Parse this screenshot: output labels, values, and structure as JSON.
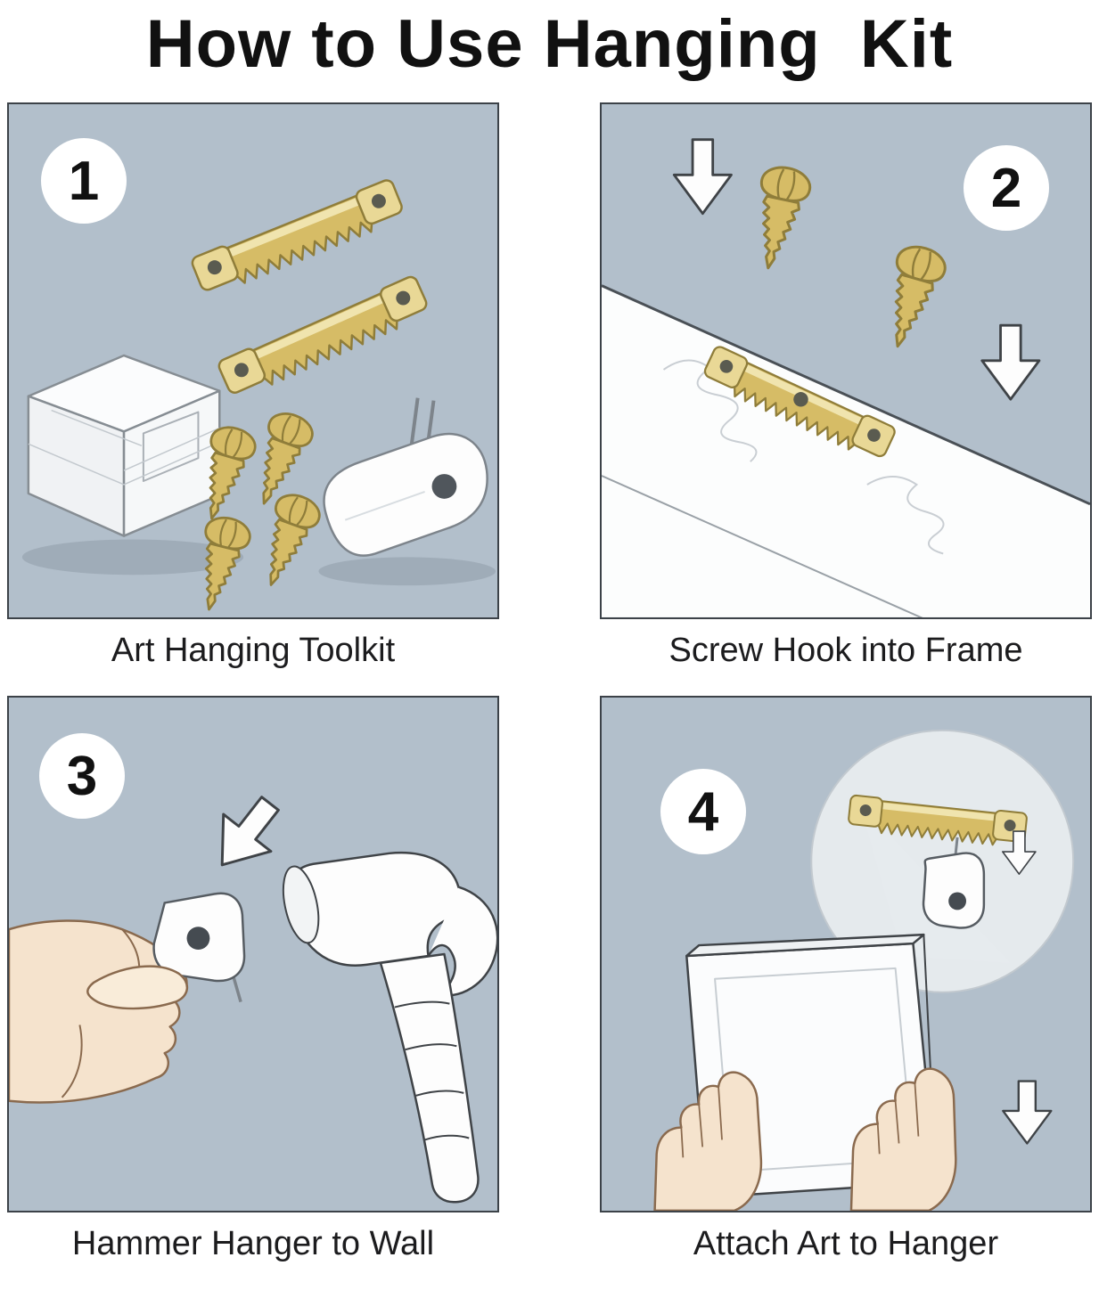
{
  "title": "How to Use Hanging  Kit",
  "panels": [
    {
      "number": "1",
      "caption": "Art Hanging Toolkit"
    },
    {
      "number": "2",
      "caption": "Screw Hook into Frame"
    },
    {
      "number": "3",
      "caption": "Hammer Hanger to Wall"
    },
    {
      "number": "4",
      "caption": "Attach Art to Hanger"
    }
  ],
  "colors": {
    "panel_background": "#b2bfcb",
    "brass": "#d6bc66",
    "brass_highlight": "#f0e4ae",
    "brass_outline": "#8f7d3a",
    "line_outline": "#3f4347",
    "skin": "#f5e3cd",
    "white": "#ffffff"
  },
  "illustration_elements": {
    "panel_1": [
      "sawtooth-hanger",
      "sawtooth-hanger",
      "storage-box",
      "screw",
      "screw",
      "screw",
      "screw",
      "nail-in-hanger"
    ],
    "panel_2": [
      "arrow-down-icon",
      "screw",
      "screw",
      "frame-board",
      "sawtooth-hanger",
      "arrow-down-icon"
    ],
    "panel_3": [
      "arrow-down-icon",
      "hand",
      "wall-hanger",
      "hammer"
    ],
    "panel_4": [
      "magnifier-circle",
      "sawtooth-hanger",
      "wall-hanger",
      "arrow-down-icon",
      "picture-frame",
      "hand",
      "hand",
      "arrow-down-icon"
    ]
  }
}
